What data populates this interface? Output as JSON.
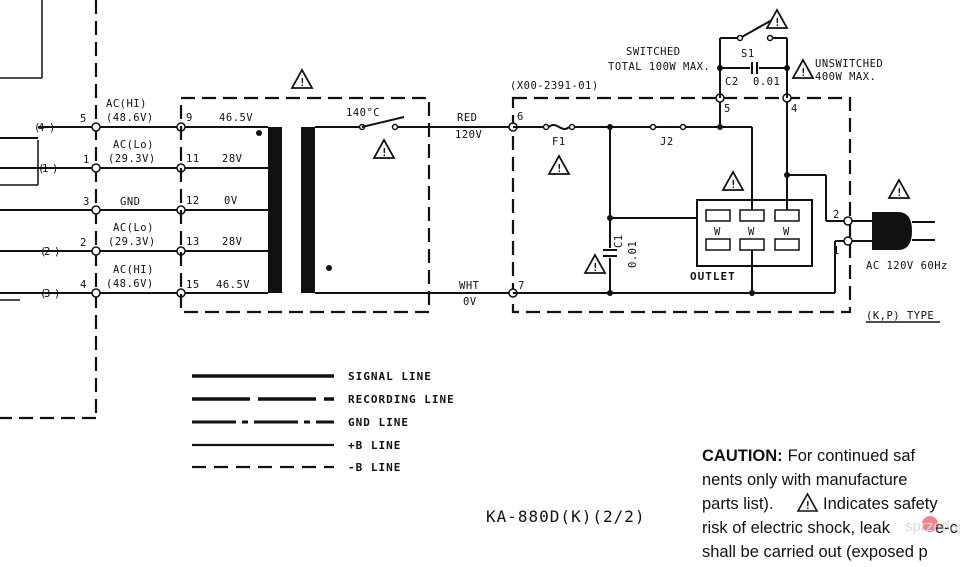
{
  "transformer_pins_left": [
    {
      "pin": "5",
      "label": "AC(HI)",
      "voltage": "(48.6V)"
    },
    {
      "pin": "1",
      "label": "AC(Lo)",
      "voltage": "(29.3V)"
    },
    {
      "pin": "3",
      "label": "GND",
      "voltage": ""
    },
    {
      "pin": "2",
      "label": "AC(Lo)",
      "voltage": "(29.3V)"
    },
    {
      "pin": "4",
      "label": "AC(HI)",
      "voltage": "(48.6V)"
    }
  ],
  "transformer_pins_right": [
    {
      "pin": "9",
      "voltage": "46.5V"
    },
    {
      "pin": "11",
      "voltage": "28V"
    },
    {
      "pin": "12",
      "voltage": "0V"
    },
    {
      "pin": "13",
      "voltage": "28V"
    },
    {
      "pin": "15",
      "voltage": "46.5V"
    }
  ],
  "connector_refs": [
    "4",
    "1",
    "2",
    "3"
  ],
  "thermal_switch": "140°C",
  "primary": {
    "red": "RED",
    "red_v": "120V",
    "wht": "WHT",
    "wht_v": "0V",
    "pin6": "6",
    "pin7": "7"
  },
  "board": {
    "part_no": "(X00-2391-01)",
    "fuse": "F1",
    "jumper": "J2",
    "cap_c1": "C1",
    "cap_c1_val": "0.01",
    "cap_c2": "C2",
    "cap_c2_val": "0.01",
    "pin5": "5",
    "pin4": "4",
    "outlet": "OUTLET",
    "outlet_w": "W"
  },
  "switch": {
    "name": "S1",
    "switched_1": "SWITCHED",
    "switched_2": "TOTAL 100W MAX.",
    "unswitched_1": "UNSWITCHED",
    "unswitched_2": "400W  MAX."
  },
  "plug": {
    "pin2": "2",
    "pin1": "1",
    "rating": "AC  120V 60Hz",
    "type": "(K,P) TYPE"
  },
  "warning_symbol": "!",
  "legend": [
    {
      "style": "solid",
      "label": "SIGNAL LINE"
    },
    {
      "style": "long-dash",
      "label": "RECORDING LINE"
    },
    {
      "style": "dash-dot",
      "label": "GND  LINE"
    },
    {
      "style": "thin-solid",
      "label": "+B  LINE"
    },
    {
      "style": "dashed",
      "label": "-B  LINE"
    }
  ],
  "model": "KA-880D(K)(2/2)",
  "caution": {
    "lead": "CAUTION:",
    "line1": "For continued saf",
    "line2": "nents only with manufacture",
    "line3a": "parts list).",
    "line3b": "Indicates safety",
    "line4": "risk of electric shock, leak",
    "line4b": "e-c",
    "line5": "shall be carried out (exposed p"
  },
  "watermark": "sprzedajemy"
}
